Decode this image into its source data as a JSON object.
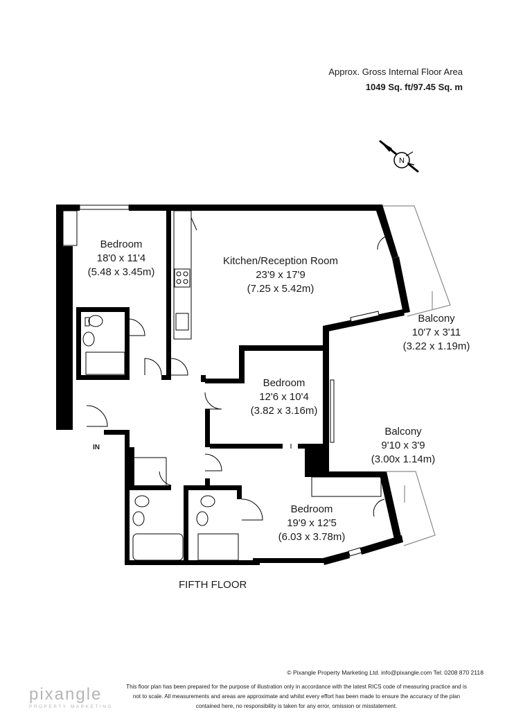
{
  "header": {
    "area_label": "Approx. Gross Internal Floor Area",
    "area_value": "1049 Sq. ft/97.45 Sq. m"
  },
  "compass": {
    "letter": "N"
  },
  "rooms": {
    "bedroom_1": {
      "name": "Bedroom",
      "imperial": "18'0 x 11'4",
      "metric": "(5.48 x 3.45m)"
    },
    "kitchen": {
      "name": "Kitchen/Reception Room",
      "imperial": "23'9 x 17'9",
      "metric": "(7.25 x 5.42m)"
    },
    "balcony_1": {
      "name": "Balcony",
      "imperial": "10'7 x 3'11",
      "metric": "(3.22 x 1.19m)"
    },
    "bedroom_2": {
      "name": "Bedroom",
      "imperial": "12'6 x 10'4",
      "metric": "(3.82 x 3.16m)"
    },
    "balcony_2": {
      "name": "Balcony",
      "imperial": "9'10 x 3'9",
      "metric": "(3.00x 1.14m)"
    },
    "bedroom_3": {
      "name": "Bedroom",
      "imperial": "19'9 x 12'5",
      "metric": "(6.03 x 3.78m)"
    }
  },
  "entrance_label": "IN",
  "floor_label": "FIFTH FLOOR",
  "footer": {
    "copyright": "© Pixangle Property Marketing Ltd. info@pixangle.com Tel: 0208 870 2118",
    "disclaimer_1": "This floor plan has been prepared for the purpose of illustration only in accordance with the latest RICS code of measuring practice and is",
    "disclaimer_2": "not to scale. All measurements and areas are approximate and whilst every effort has been made to ensure the accuracy of the plan",
    "disclaimer_3": "contained here, no responsibility is taken for any error, omission or misstatement."
  },
  "logo": {
    "name": "pixangle",
    "tagline": "PROPERTY MARKETING"
  },
  "colors": {
    "wall": "#000000",
    "balcony_line": "#8a8a8a",
    "logo": "#b5b5b5"
  }
}
